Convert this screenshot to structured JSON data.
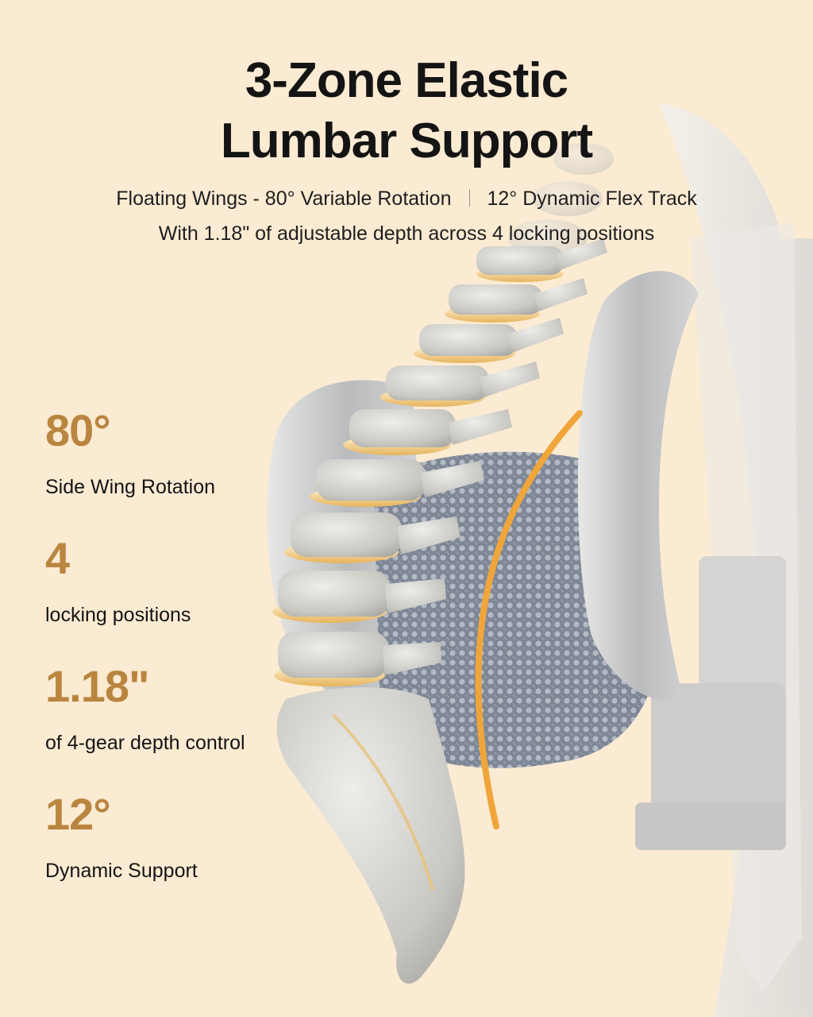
{
  "headline": {
    "line1": "3-Zone Elastic",
    "line2": "Lumbar Support"
  },
  "subheadline": {
    "part1": "Floating Wings - 80° Variable Rotation",
    "part2": "12° Dynamic Flex Track",
    "line2": "With 1.18\" of adjustable depth across 4 locking positions"
  },
  "stats": [
    {
      "value": "80°",
      "label": "Side Wing Rotation"
    },
    {
      "value": "4",
      "label": "locking positions"
    },
    {
      "value": "1.18\"",
      "label": "of 4-gear depth control"
    },
    {
      "value": "12°",
      "label": "Dynamic Support"
    }
  ],
  "colors": {
    "background": "#fcebd3",
    "accent": "#b9853f",
    "arc": "#f0a53a",
    "text": "#141414"
  },
  "illustration": {
    "icon": "spine-lumbar-cushion-illustration"
  }
}
